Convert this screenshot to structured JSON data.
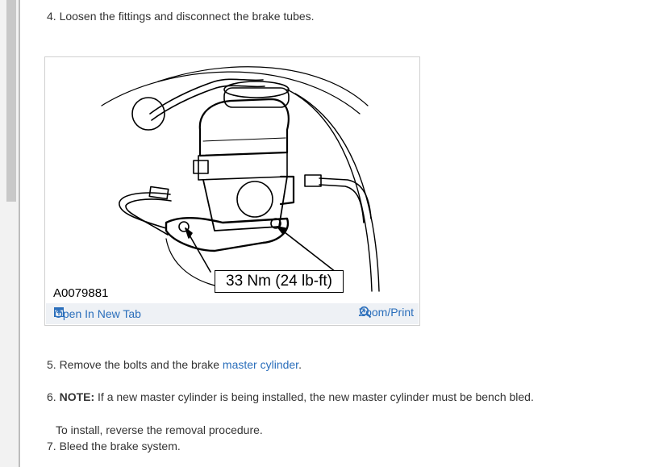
{
  "steps": {
    "s4": "4. Loosen the fittings and disconnect the brake tubes.",
    "s5_prefix": "5. Remove the bolts and the brake ",
    "s5_link": "master cylinder",
    "s5_suffix": ".",
    "s6_num": "6. ",
    "s6_note": "NOTE:",
    "s6_text": " If a new master cylinder is being installed, the new master cylinder must be bench bled.",
    "s6_sub": "To install, reverse the removal procedure.",
    "s7": "7. Bleed the brake system."
  },
  "figure": {
    "id": "A0079881",
    "torque": "33 Nm (24 lb-ft)",
    "open_tab": "Open In New Tab",
    "zoom_print": "Zoom/Print",
    "icons": [
      "open-in-new-tab-icon",
      "zoom-icon"
    ]
  },
  "colors": {
    "link": "#2a6ebb",
    "text": "#333333",
    "bar": "#eef1f5"
  }
}
